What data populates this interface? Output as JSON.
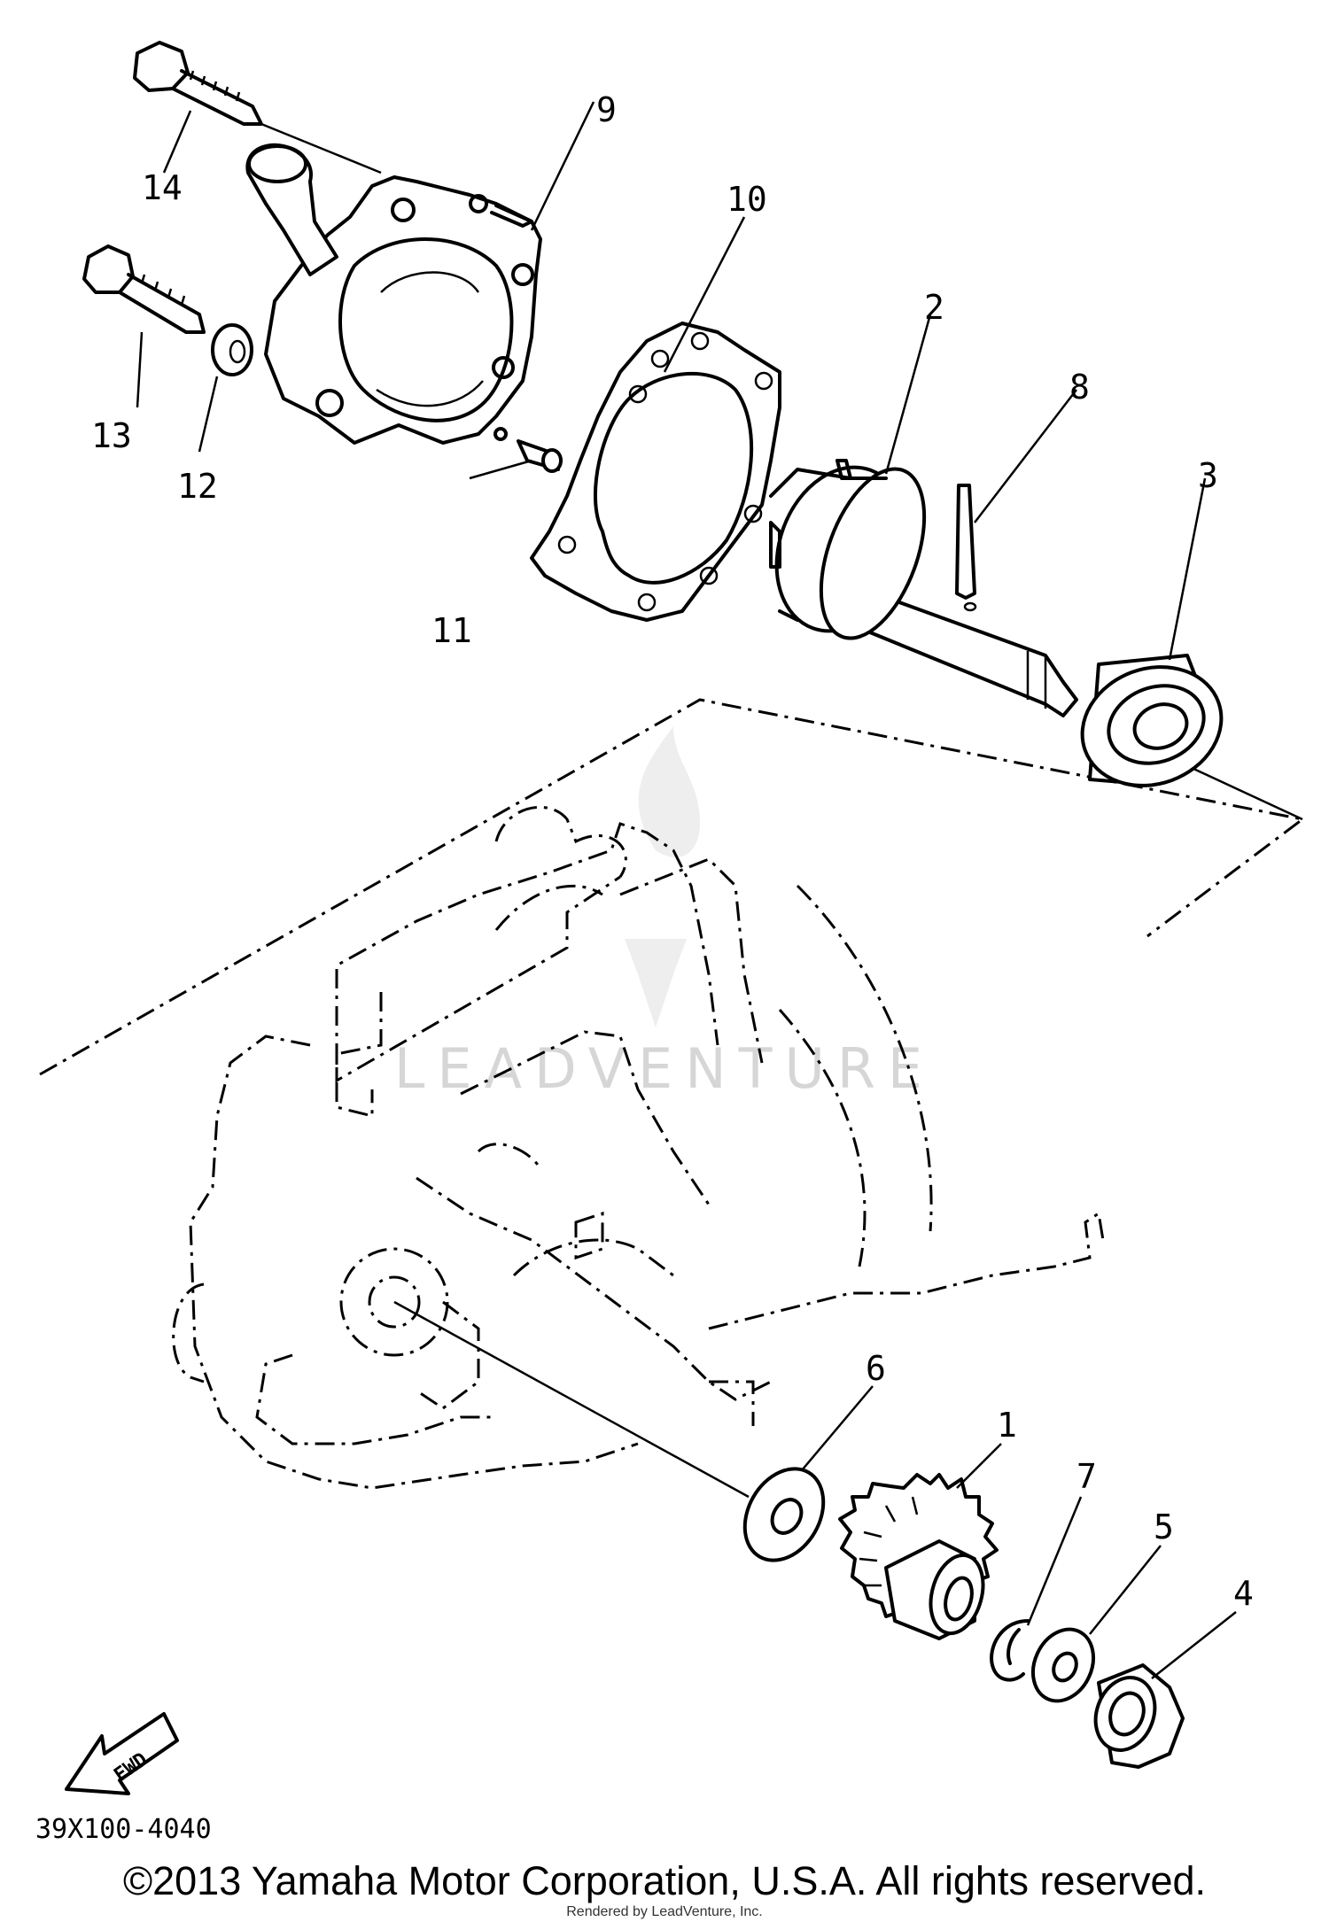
{
  "diagram": {
    "drawing_number": "39X100-4040",
    "fwd_label": "FWD",
    "watermark": "LEADVENTURE",
    "callouts": [
      "1",
      "2",
      "3",
      "4",
      "5",
      "6",
      "7",
      "8",
      "9",
      "10",
      "11",
      "12",
      "13",
      "14"
    ]
  },
  "footer": {
    "copyright": "©2013 Yamaha Motor Corporation, U.S.A. All rights reserved.",
    "rendered_by": "Rendered by LeadVenture, Inc."
  }
}
